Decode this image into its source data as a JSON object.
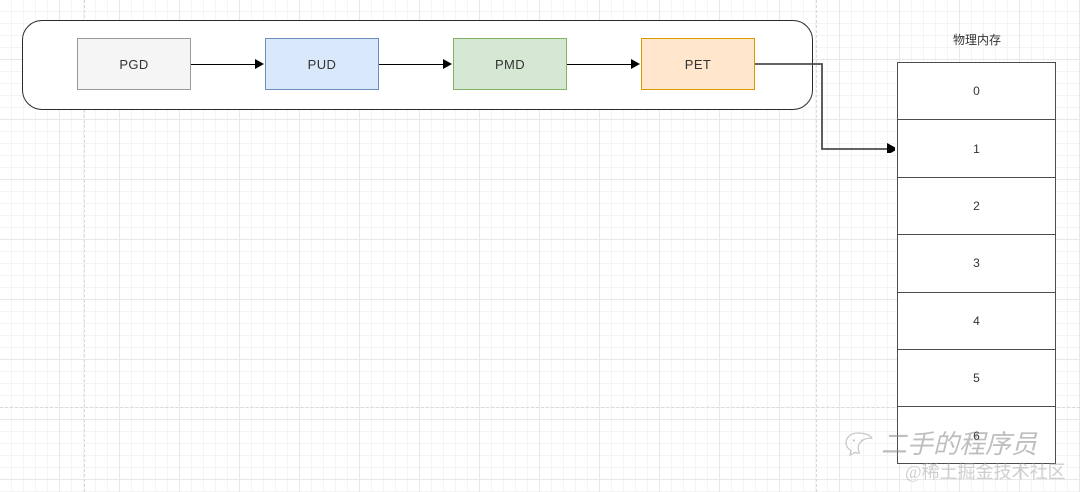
{
  "diagram": {
    "title": "",
    "page_table_levels": [
      {
        "label": "PGD",
        "fill": "#f5f5f5",
        "stroke": "#999999"
      },
      {
        "label": "PUD",
        "fill": "#dae8fc",
        "stroke": "#6c8ebf"
      },
      {
        "label": "PMD",
        "fill": "#d5e8d4",
        "stroke": "#82b366"
      },
      {
        "label": "PET",
        "fill": "#ffe6cc",
        "stroke": "#d79b00"
      }
    ],
    "memory": {
      "title": "物理内存",
      "rows": [
        "0",
        "1",
        "2",
        "3",
        "4",
        "5",
        "6"
      ],
      "target_row_index": 1,
      "border_color": "#4d4d4d"
    },
    "connectors": {
      "arrow_color": "#000000",
      "elbow_color": "#4d4d4d"
    },
    "group_border_color": "#2b2b2b",
    "background_grid_color": "#e8e8e8"
  },
  "watermark": {
    "logo_name": "wechat-logo",
    "line1": "二手的程序员",
    "line2": "@稀土掘金技术社区"
  }
}
